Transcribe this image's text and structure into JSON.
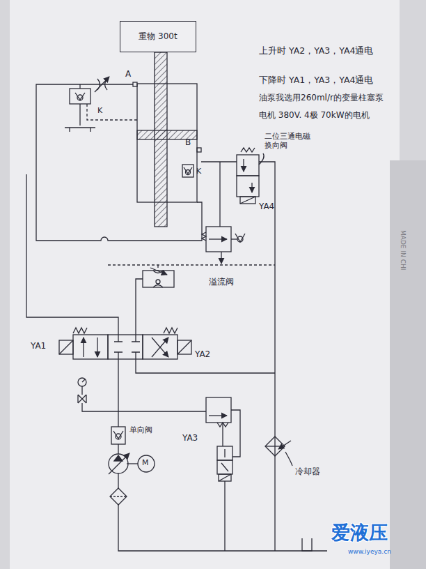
{
  "diagram": {
    "nodes": [
      {
        "text": [
          "重物 300t"
        ]
      }
    ],
    "edges": [],
    "labels": [
      "上升时 YA2，YA3，YA4通电",
      "下降时 YA1，YA3，YA4通电",
      "油泵我选用260ml/r的变量柱塞泵",
      "电机 380V. 4极 70kW的电机",
      "A",
      "K",
      "B",
      "K",
      "二位三通电磁 换向阀",
      "YA4",
      "溢流阀",
      "YA1",
      "YA2",
      "单向阀",
      "YA3",
      "冷却器",
      "M",
      "爱液压",
      "www.iyeya.cn",
      "MADE IN CHI"
    ]
  }
}
